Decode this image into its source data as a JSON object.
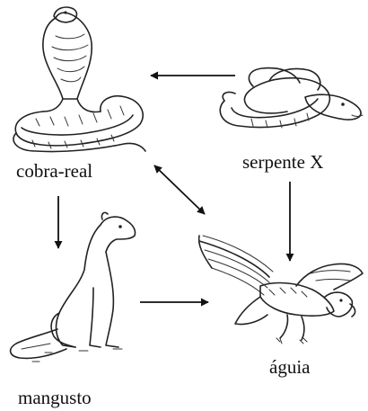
{
  "labels": {
    "cobra": "cobra-real",
    "serpente": "serpente X",
    "mangusto": "mangusto",
    "aguia": "águia"
  },
  "icons": [
    "king-cobra",
    "snake",
    "mongoose",
    "eagle"
  ],
  "colors": {
    "ink": "#111111",
    "background": "#ffffff"
  }
}
